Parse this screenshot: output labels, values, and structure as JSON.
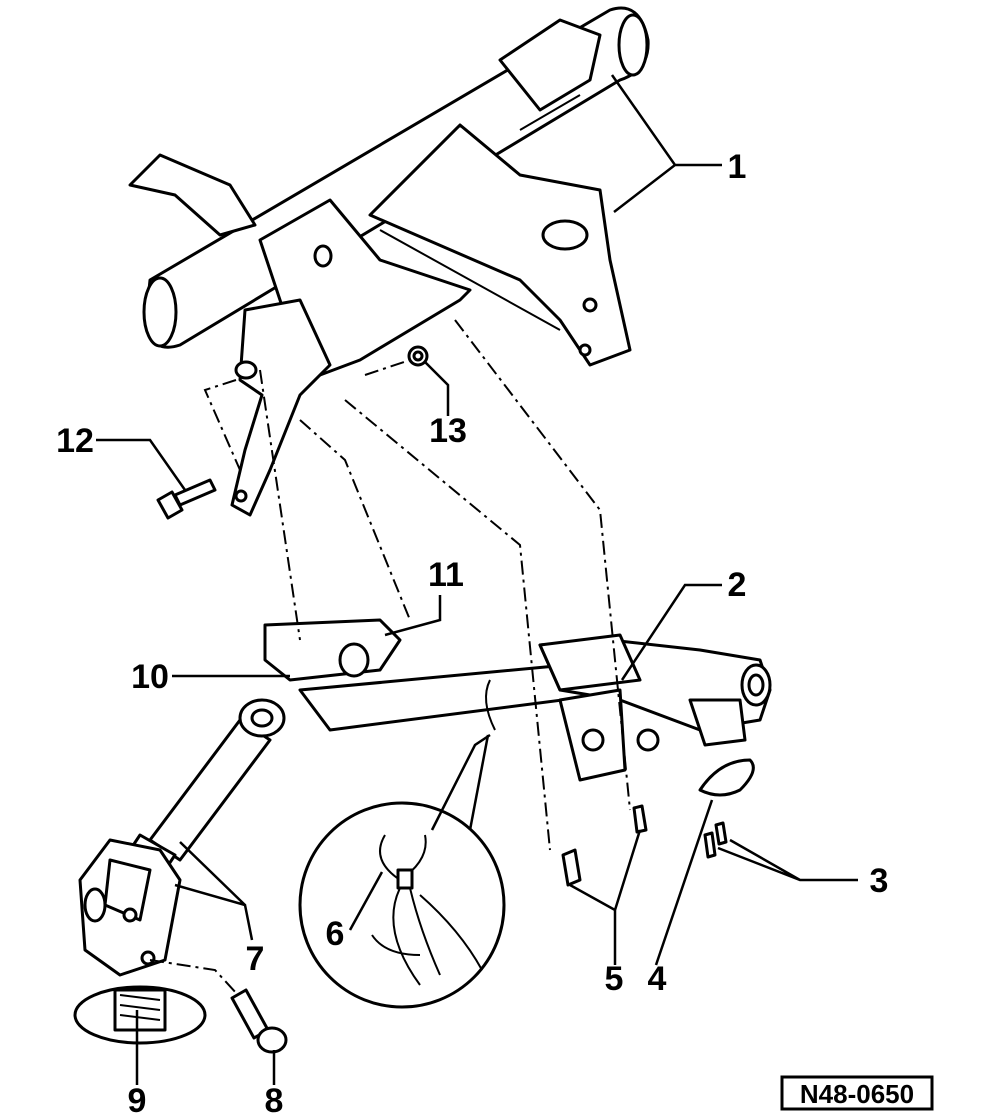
{
  "diagram": {
    "callouts": [
      {
        "id": "1",
        "text": "1"
      },
      {
        "id": "2",
        "text": "2"
      },
      {
        "id": "3",
        "text": "3"
      },
      {
        "id": "4",
        "text": "4"
      },
      {
        "id": "5",
        "text": "5"
      },
      {
        "id": "6",
        "text": "6"
      },
      {
        "id": "7",
        "text": "7"
      },
      {
        "id": "8",
        "text": "8"
      },
      {
        "id": "9",
        "text": "9"
      },
      {
        "id": "10",
        "text": "10"
      },
      {
        "id": "11",
        "text": "11"
      },
      {
        "id": "12",
        "text": "12"
      },
      {
        "id": "13",
        "text": "13"
      }
    ],
    "figure_code": "N48-0650"
  }
}
